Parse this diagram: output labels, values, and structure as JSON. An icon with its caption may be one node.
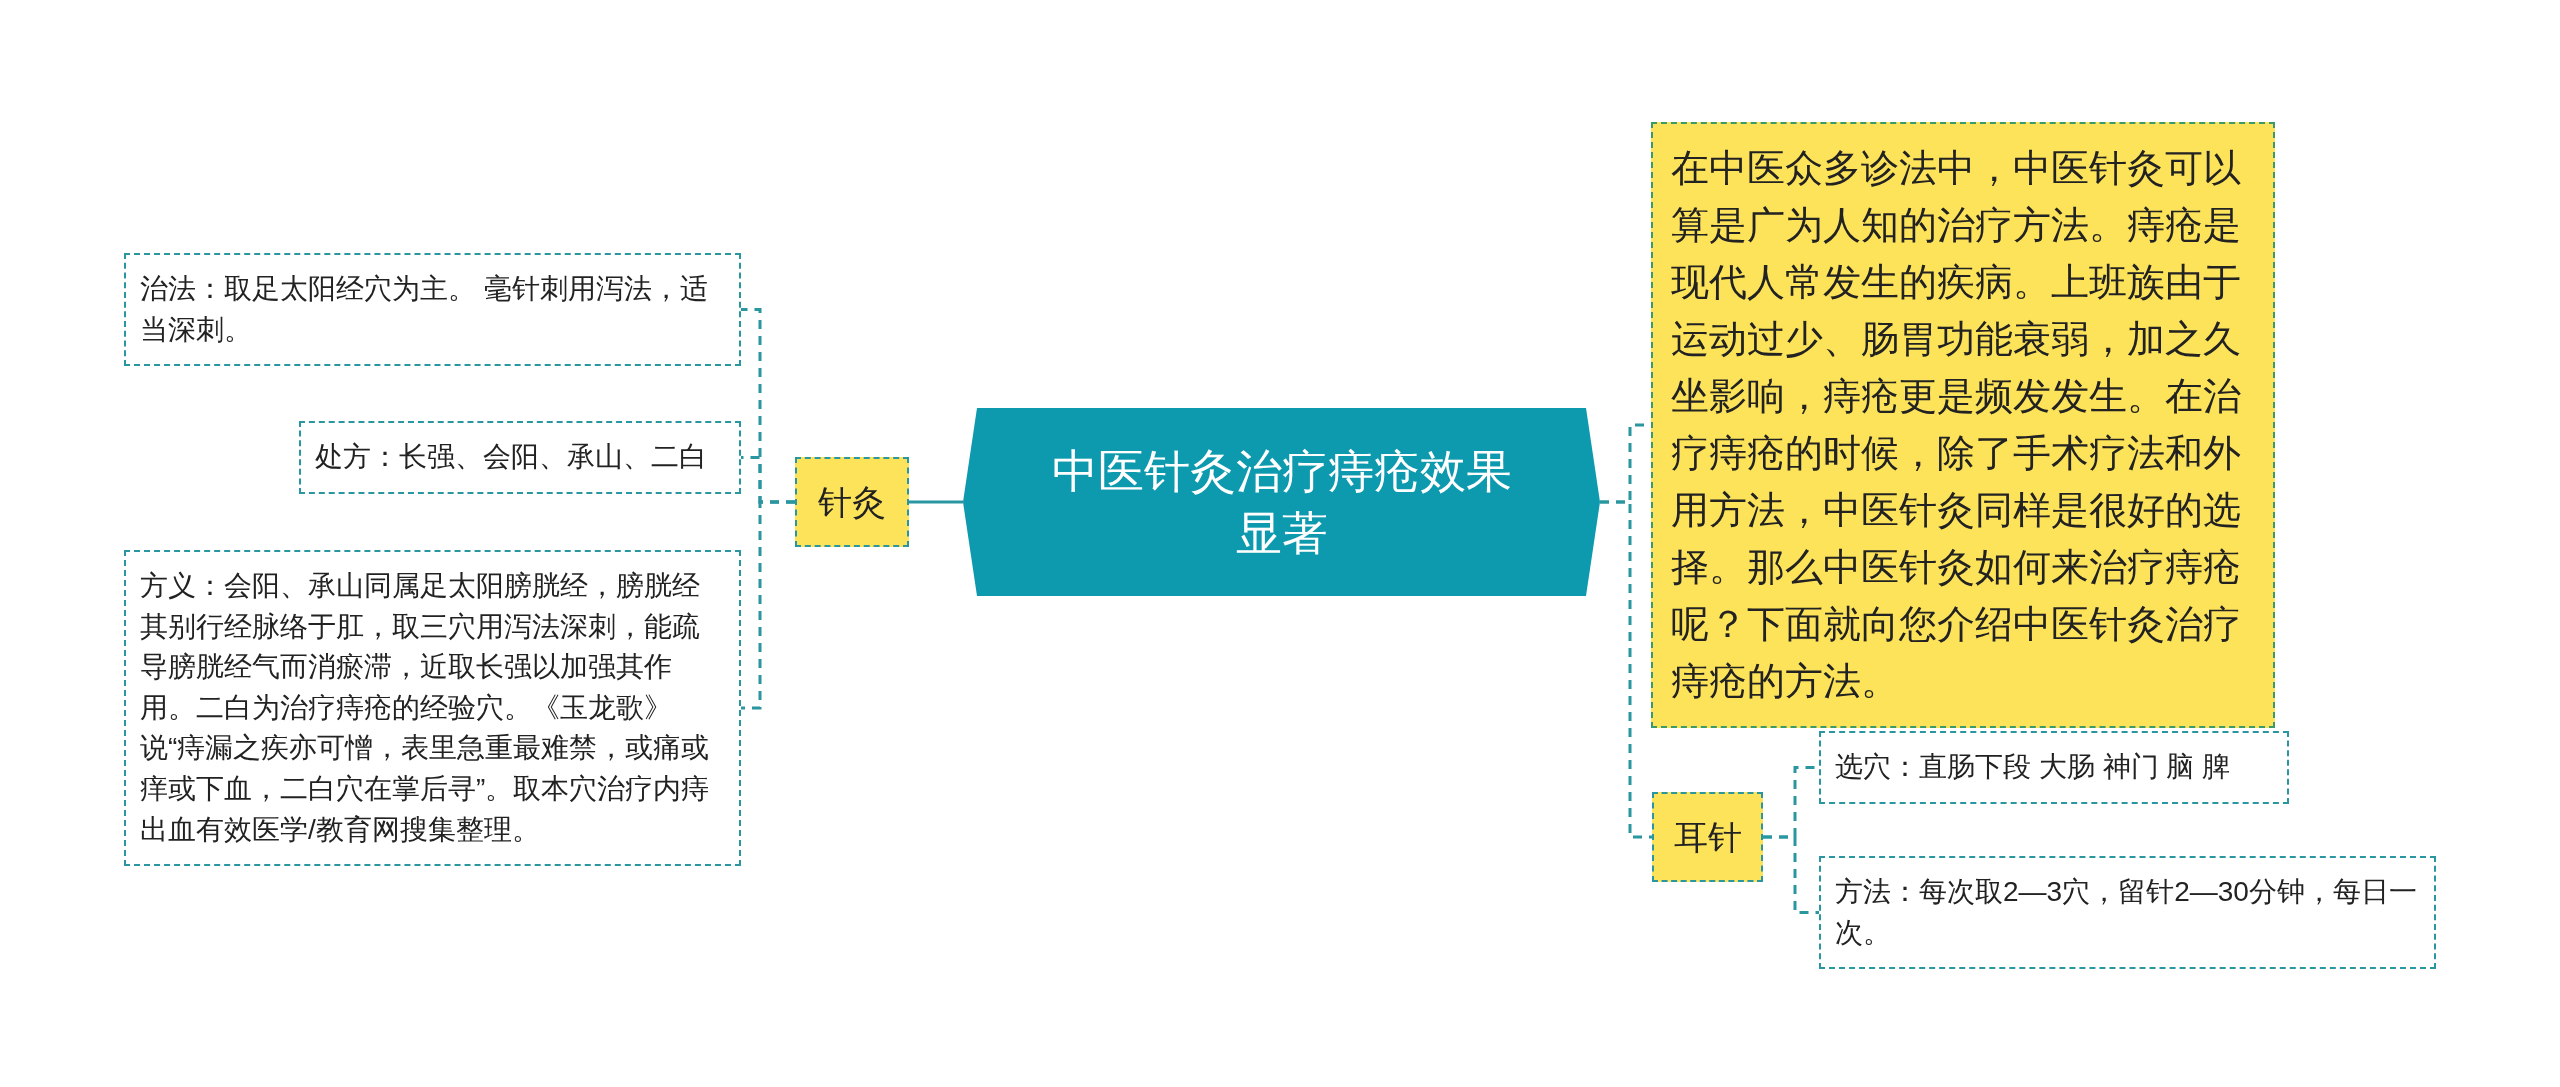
{
  "diagram": {
    "nodes": [
      {
        "text": [
          "中医针灸治疗痔疮效果显著"
        ]
      },
      {
        "text": [
          "针灸"
        ]
      },
      {
        "text": [
          "治法：取足太阳经穴为主。 毫针刺用泻法，适当深刺。"
        ]
      },
      {
        "text": [
          "处方：长强、会阳、承山、二白"
        ]
      },
      {
        "text": [
          "方义：会阳、承山同属足太阳膀胱经，膀胱经其别行经脉络于肛，取三穴用泻法深刺，能疏导膀胱经气而消瘀滞，近取长强以加强其作用。二白为治疗痔疮的经验穴。《玉龙歌》说“痔漏之疾亦可憎，表里急重最难禁，或痛或痒或下血，二白穴在掌后寻”。取本穴治疗内痔出血有效医学/教育网搜集整理。"
        ]
      },
      {
        "text": [
          "在中医众多诊法中，中医针灸可以算是广为人知的治疗方法。痔疮是现代人常发生的疾病。上班族由于运动过少、肠胃功能衰弱，加之久坐影响，痔疮更是频发发生。在治疗痔疮的时候，除了手术疗法和外用方法，中医针灸同样是很好的选择。那么中医针灸如何来治疗痔疮呢？下面就向您介绍中医针灸治疗痔疮的方法。"
        ]
      },
      {
        "text": [
          "耳针"
        ]
      },
      {
        "text": [
          "选穴：直肠下段 大肠 神门 脑 脾"
        ]
      },
      {
        "text": [
          "方法：每次取2—3穴，留针2—30分钟，每日一次。"
        ]
      }
    ],
    "edges": [
      {
        "from": 0,
        "to": 1,
        "arrow": "none"
      },
      {
        "from": 1,
        "to": 2,
        "arrow": "none",
        "style": "dashed"
      },
      {
        "from": 1,
        "to": 3,
        "arrow": "none",
        "style": "dashed"
      },
      {
        "from": 1,
        "to": 4,
        "arrow": "none",
        "style": "dashed"
      },
      {
        "from": 0,
        "to": 5,
        "arrow": "none",
        "style": "dashed"
      },
      {
        "from": 0,
        "to": 6,
        "arrow": "none",
        "style": "dashed"
      },
      {
        "from": 6,
        "to": 7,
        "arrow": "none",
        "style": "dashed"
      },
      {
        "from": 6,
        "to": 8,
        "arrow": "none",
        "style": "dashed"
      }
    ]
  }
}
